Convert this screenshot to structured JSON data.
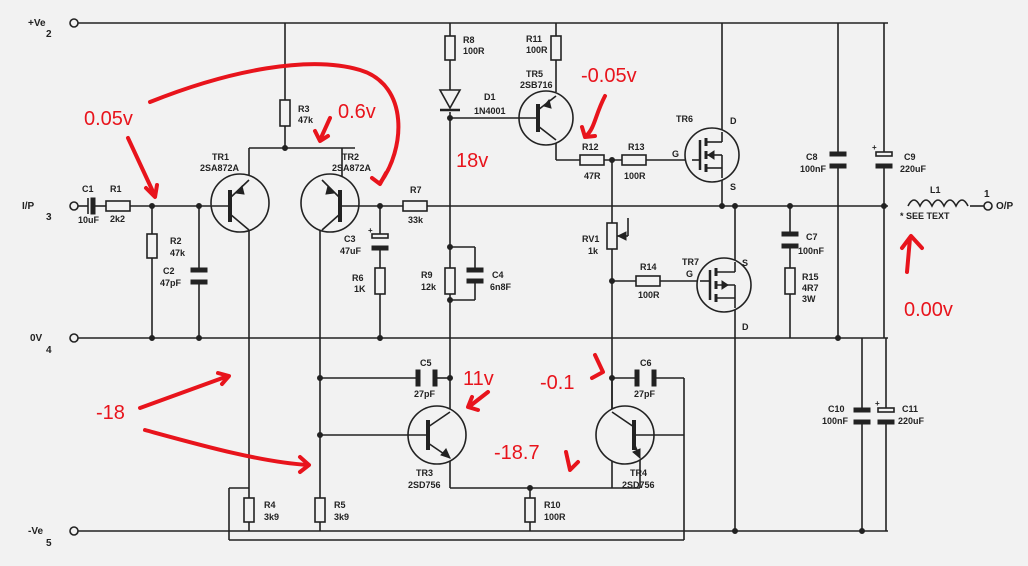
{
  "rails": {
    "vpos": "+Ve",
    "vpos_pin": "2",
    "input": "I/P",
    "input_pin": "3",
    "zero": "0V",
    "zero_pin": "4",
    "vneg": "-Ve",
    "vneg_pin": "5",
    "output": "O/P",
    "output_pin": "1"
  },
  "components": {
    "c1": {
      "name": "C1",
      "value": "10uF"
    },
    "r1": {
      "name": "R1",
      "value": "2k2"
    },
    "r2": {
      "name": "R2",
      "value": "47k"
    },
    "c2": {
      "name": "C2",
      "value": "47pF"
    },
    "tr1": {
      "name": "TR1",
      "value": "2SA872A"
    },
    "tr2": {
      "name": "TR2",
      "value": "2SA872A"
    },
    "r3": {
      "name": "R3",
      "value": "47k"
    },
    "r7": {
      "name": "R7",
      "value": "33k"
    },
    "c3": {
      "name": "C3",
      "value": "47uF"
    },
    "r6": {
      "name": "R6",
      "value": "1K"
    },
    "r8": {
      "name": "R8",
      "value": "100R"
    },
    "d1": {
      "name": "D1",
      "value": "1N4001"
    },
    "r11": {
      "name": "R11",
      "value": "100R"
    },
    "tr5": {
      "name": "TR5",
      "value": "2SB716"
    },
    "r12": {
      "name": "R12",
      "value": "47R"
    },
    "r13": {
      "name": "R13",
      "value": "100R"
    },
    "tr6": {
      "name": "TR6"
    },
    "rv1": {
      "name": "RV1",
      "value": "1k"
    },
    "r14": {
      "name": "R14",
      "value": "100R"
    },
    "tr7": {
      "name": "TR7"
    },
    "r9": {
      "name": "R9",
      "value": "12k"
    },
    "c4": {
      "name": "C4",
      "value": "6n8F"
    },
    "c5": {
      "name": "C5",
      "value": "27pF"
    },
    "c6": {
      "name": "C6",
      "value": "27pF"
    },
    "tr3": {
      "name": "TR3",
      "value": "2SD756"
    },
    "tr4": {
      "name": "TR4",
      "value": "2SD756"
    },
    "r10": {
      "name": "R10",
      "value": "100R"
    },
    "r4": {
      "name": "R4",
      "value": "3k9"
    },
    "r5": {
      "name": "R5",
      "value": "3k9"
    },
    "c7": {
      "name": "C7",
      "value": "100nF"
    },
    "r15": {
      "name": "R15",
      "value": "4R7",
      "value2": "3W"
    },
    "c8": {
      "name": "C8",
      "value": "100nF"
    },
    "c9": {
      "name": "C9",
      "value": "220uF"
    },
    "c10": {
      "name": "C10",
      "value": "100nF"
    },
    "c11": {
      "name": "C11",
      "value": "220uF"
    },
    "l1": {
      "name": "L1",
      "note": "* SEE TEXT"
    }
  },
  "pins": {
    "g": "G",
    "d": "D",
    "s": "S"
  },
  "annotations": {
    "v_in": "0.05v",
    "v_tr2": "0.6v",
    "v_tr5": "-0.05v",
    "v_d1": "18v",
    "v_tr3": "11v",
    "v_tr4b": "-0.1",
    "v_neg": "-18",
    "v_tr4e": "-18.7",
    "v_out": "0.00v"
  },
  "colors": {
    "annotation": "#e8141c",
    "ink": "#222222",
    "paper": "#f2f2f2"
  }
}
